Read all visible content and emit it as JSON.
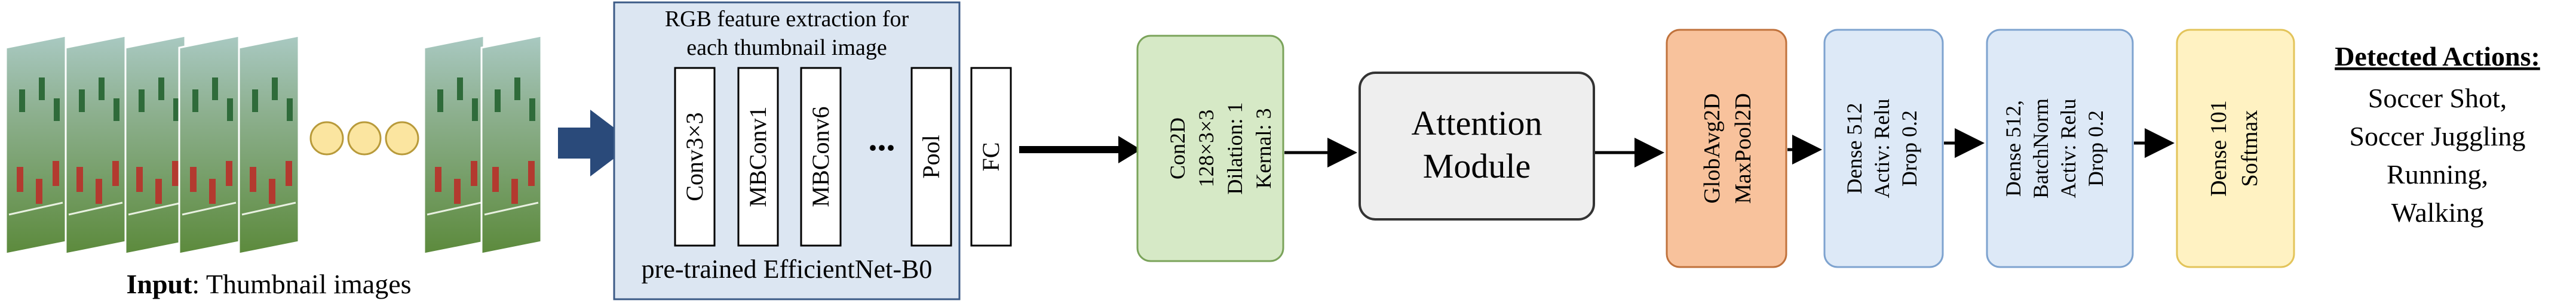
{
  "input": {
    "label_bold": "Input",
    "label_rest": ": Thumbnail images"
  },
  "efficientnet": {
    "caption_line1": "RGB feature extraction for",
    "caption_line2": "each thumbnail image",
    "layers": [
      "Conv3×3",
      "MBConv1",
      "MBConv6",
      "Pool",
      "FC"
    ],
    "ellipsis": "...",
    "footer": "pre-trained EfficientNet-B0"
  },
  "conv2d": {
    "lines": [
      "Con2D",
      "128×3×3",
      "Dilation: 1",
      "Kernal: 3"
    ]
  },
  "attention": {
    "line1": "Attention",
    "line2": "Module"
  },
  "pooling": {
    "lines": [
      "GlobAvg2D",
      "MaxPool2D"
    ]
  },
  "dense1": {
    "lines": [
      "Dense 512",
      "Activ: Relu",
      "Drop 0.2"
    ]
  },
  "dense2": {
    "lines": [
      "Dense 512,",
      "BatchNorm",
      "Activ: Relu",
      "Drop 0.2"
    ]
  },
  "dense3": {
    "lines": [
      "Dense 101",
      "Softmax"
    ]
  },
  "output": {
    "title": "Detected Actions:",
    "lines": [
      "Soccer Shot,",
      "Soccer Juggling",
      "Running,",
      "Walking"
    ]
  },
  "colors": {
    "efficientnet_fill": "#dce6f2",
    "efficientnet_stroke": "#3b5a86",
    "conv_fill": "#d6e9c6",
    "conv_stroke": "#7aa35a",
    "attention_fill": "#eeeeee",
    "attention_stroke": "#333333",
    "pool_fill": "#f8c29c",
    "pool_stroke": "#c0723c",
    "dense_fill": "#dde9f7",
    "dense_stroke": "#7ea3cf",
    "softmax_fill": "#fff2c2",
    "softmax_stroke": "#e3c45a",
    "dot_fill": "#fbe5a0",
    "dot_stroke": "#b89a3a",
    "big_arrow": "#2a4a7a"
  }
}
